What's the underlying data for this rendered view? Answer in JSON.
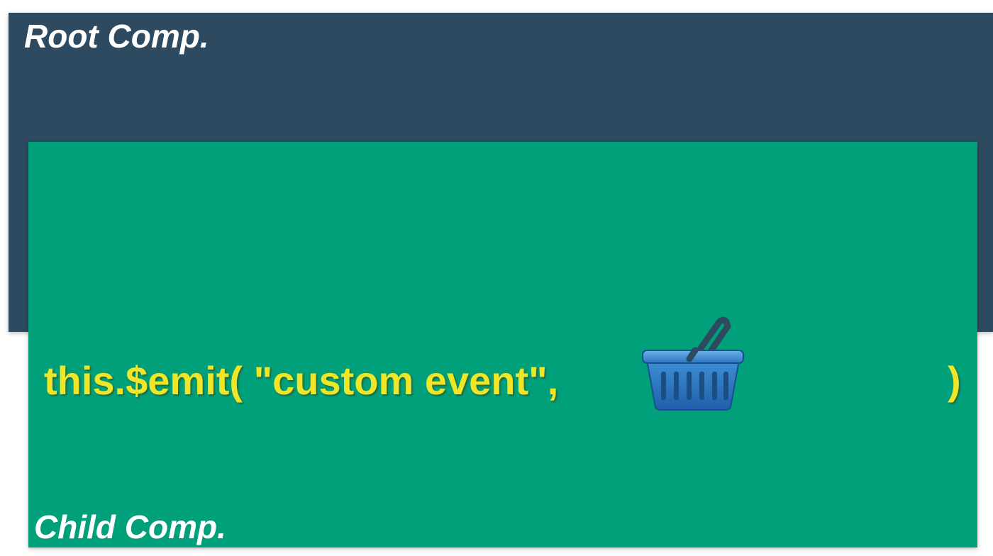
{
  "root_component": {
    "title": "Root Comp.",
    "color": "#2d4a60"
  },
  "child_component": {
    "title": "Child Comp.",
    "color": "#00a07b"
  },
  "emit_call": {
    "open_text": "this.$emit( \"custom event\",",
    "payload_icon": "shopping-basket-icon",
    "close_text": ")",
    "text_color": "#f0e629"
  }
}
